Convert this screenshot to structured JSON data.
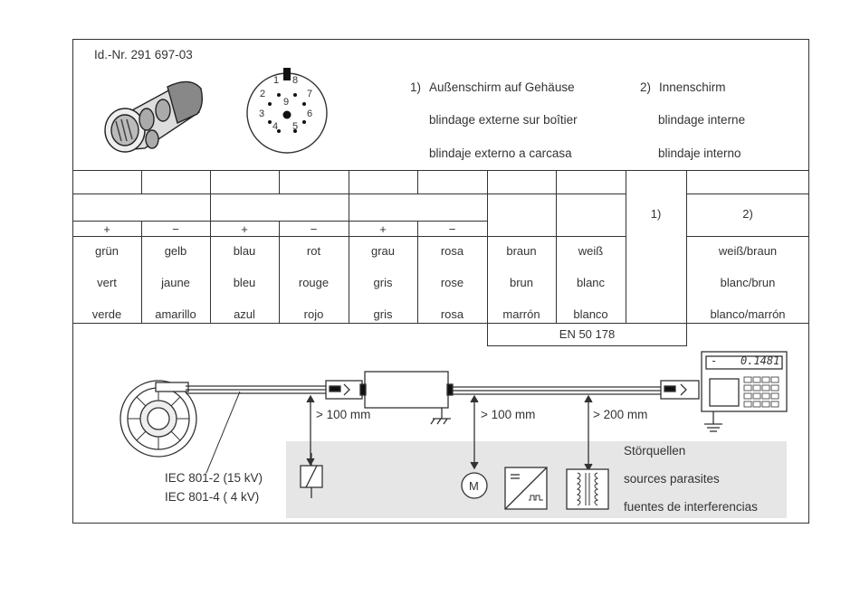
{
  "id_number": "Id.-Nr. 291 697-03",
  "pin_numbers": [
    "1",
    "2",
    "3",
    "4",
    "5",
    "6",
    "7",
    "8",
    "9"
  ],
  "shield_notes": {
    "outer": {
      "number": "1)",
      "lines": [
        "Außenschirm auf Gehäuse",
        "blindage externe sur boîtier",
        "blindaje externo a carcasa"
      ]
    },
    "inner": {
      "number": "2)",
      "lines": [
        "Innenschirm",
        "blindage interne",
        "blindaje interno"
      ]
    }
  },
  "table": {
    "polarity": [
      "+",
      "−",
      "+",
      "−",
      "+",
      "−"
    ],
    "shield_labels": [
      "1)",
      "2)"
    ],
    "colors": [
      [
        "grün",
        "vert",
        "verde"
      ],
      [
        "gelb",
        "jaune",
        "amarillo"
      ],
      [
        "blau",
        "bleu",
        "azul"
      ],
      [
        "rot",
        "rouge",
        "rojo"
      ],
      [
        "grau",
        "gris",
        "gris"
      ],
      [
        "rosa",
        "rose",
        "rosa"
      ],
      [
        "braun",
        "brun",
        "marrón"
      ],
      [
        "weiß",
        "blanc",
        "blanco"
      ],
      [
        "weiß/braun",
        "blanc/brun",
        "blanco/marrón"
      ]
    ],
    "standard": "EN 50 178"
  },
  "display_value": "0.1481",
  "display_sign": "-",
  "distances": [
    "> 100 mm",
    "> 100 mm",
    "> 200 mm"
  ],
  "iec": [
    "IEC 801-2 (15 kV)",
    "IEC 801-4 (  4 kV)"
  ],
  "interference": [
    "Störquellen",
    "sources parasites",
    "fuentes de interferencias"
  ],
  "motor_label": "M",
  "colors": {
    "line": "#333333",
    "interference_bg": "#e6e6e6"
  }
}
